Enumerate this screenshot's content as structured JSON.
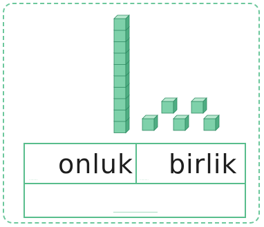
{
  "labels": {
    "tens": "onluk",
    "ones": "birlik"
  },
  "counts": {
    "tens_rods": 1,
    "unit_cubes": 5
  },
  "colors": {
    "block_face": "#7ed1aa",
    "block_top": "#b7e8cf",
    "block_side": "#4fae83",
    "table_border": "#58bd8c",
    "card_border": "#6cc79c"
  }
}
